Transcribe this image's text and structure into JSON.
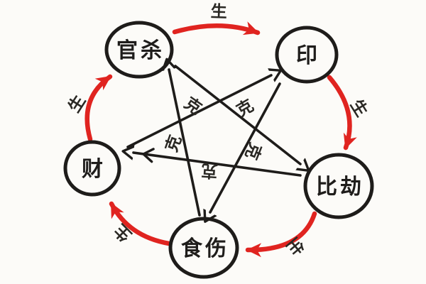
{
  "diagram": {
    "kind": "ba-zi ten-gods five-element cycle diagram",
    "background_color": "#fcfbf8",
    "line_color": "#1e1c1a",
    "accent_color": "#e02420"
  },
  "nodes": [
    {
      "id": "guan-sha",
      "label": "官杀"
    },
    {
      "id": "yin",
      "label": "印"
    },
    {
      "id": "bi-jie",
      "label": "比劫"
    },
    {
      "id": "shi-shang",
      "label": "食伤"
    },
    {
      "id": "cai",
      "label": "财"
    }
  ],
  "sheng_cycle": {
    "name": "generating cycle (red outer arrows)",
    "color": "#e02420",
    "edges": [
      {
        "from": "官杀",
        "to": "印",
        "label": "生"
      },
      {
        "from": "印",
        "to": "比劫",
        "label": "生"
      },
      {
        "from": "比劫",
        "to": "食伤",
        "label": "生"
      },
      {
        "from": "食伤",
        "to": "财",
        "label": "生"
      },
      {
        "from": "财",
        "to": "官杀",
        "label": "生"
      }
    ]
  },
  "ke_cycle": {
    "name": "overcoming cycle (black star arrows)",
    "color": "#1e1c1a",
    "edges": [
      {
        "from": "官杀",
        "to": "比劫",
        "label": "克"
      },
      {
        "from": "比劫",
        "to": "财",
        "label": "克"
      },
      {
        "from": "财",
        "to": "印",
        "label": "克"
      },
      {
        "from": "印",
        "to": "食伤",
        "label": "克"
      },
      {
        "from": "食伤",
        "to": "官杀",
        "label": "克"
      }
    ]
  }
}
